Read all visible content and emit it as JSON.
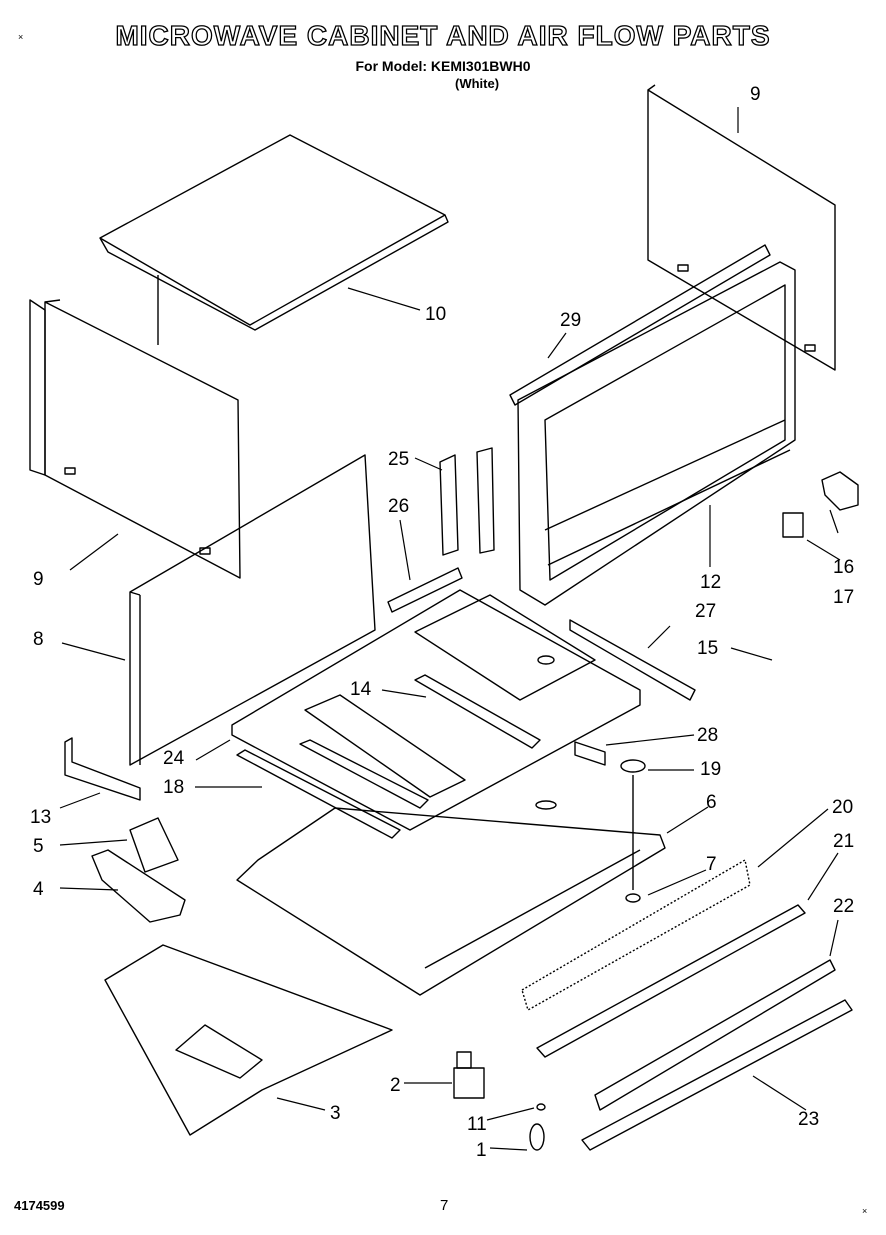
{
  "header": {
    "title": "MICROWAVE CABINET AND AIR FLOW PARTS",
    "model_line": "For Model: KEMI301BWH0",
    "color_line": "(White)"
  },
  "footer": {
    "doc_number": "4174599",
    "page_number": "7"
  },
  "corner_marks": [
    "×",
    "×"
  ],
  "callouts": [
    "1",
    "2",
    "3",
    "4",
    "5",
    "6",
    "7",
    "8",
    "9",
    "9",
    "10",
    "11",
    "12",
    "13",
    "14",
    "15",
    "16",
    "17",
    "18",
    "19",
    "20",
    "21",
    "22",
    "23",
    "24",
    "25",
    "26",
    "27",
    "28",
    "29"
  ]
}
